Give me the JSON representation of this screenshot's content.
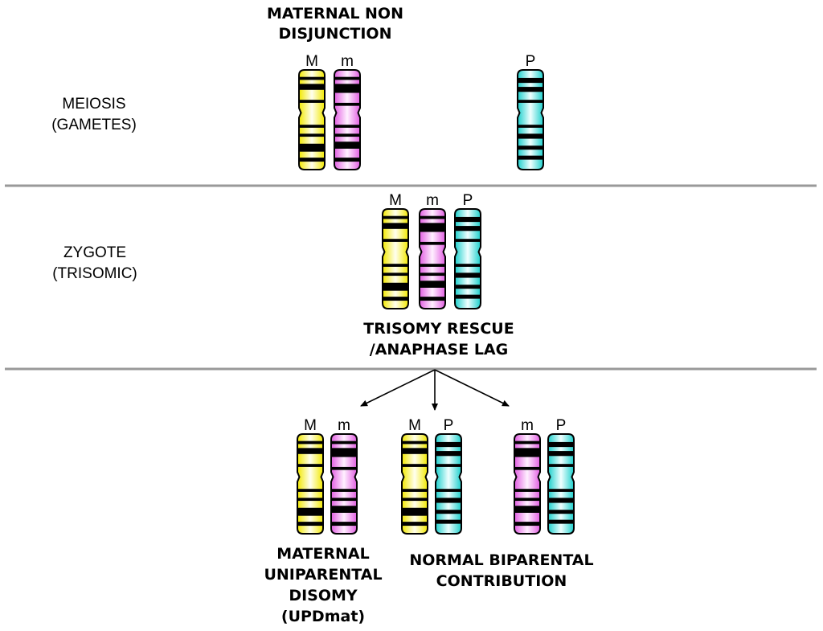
{
  "colors": {
    "maternal_M": "#f6f000",
    "maternal_m": "#e868e8",
    "paternal_P": "#28d4d0",
    "band": "#000000",
    "outline": "#000000",
    "divider": "#999999",
    "text": "#000000"
  },
  "stages": {
    "meiosis": {
      "line1": "MEIOSIS",
      "line2": "(GAMETES)"
    },
    "zygote": {
      "line1": "ZYGOTE",
      "line2": "(TRISOMIC)"
    }
  },
  "headings": {
    "nondisjunction": [
      "MATERNAL NON",
      "DISJUNCTION"
    ],
    "rescue": [
      "TRISOMY RESCUE",
      "/ANAPHASE LAG"
    ]
  },
  "outcomes": {
    "upd": [
      "MATERNAL",
      "UNIPARENTAL",
      "DISOMY",
      "(UPDmat)"
    ],
    "normal": [
      "NORMAL BIPARENTAL",
      "CONTRIBUTION"
    ]
  },
  "chromosome_labels": {
    "M": "M",
    "m": "m",
    "P": "P"
  },
  "groups": {
    "gametes": [
      "M",
      "m",
      "P"
    ],
    "zygote": [
      "M",
      "m",
      "P"
    ],
    "outcome_upd": [
      "M",
      "m"
    ],
    "outcome_normal_1": [
      "M",
      "P"
    ],
    "outcome_normal_2": [
      "m",
      "P"
    ]
  }
}
